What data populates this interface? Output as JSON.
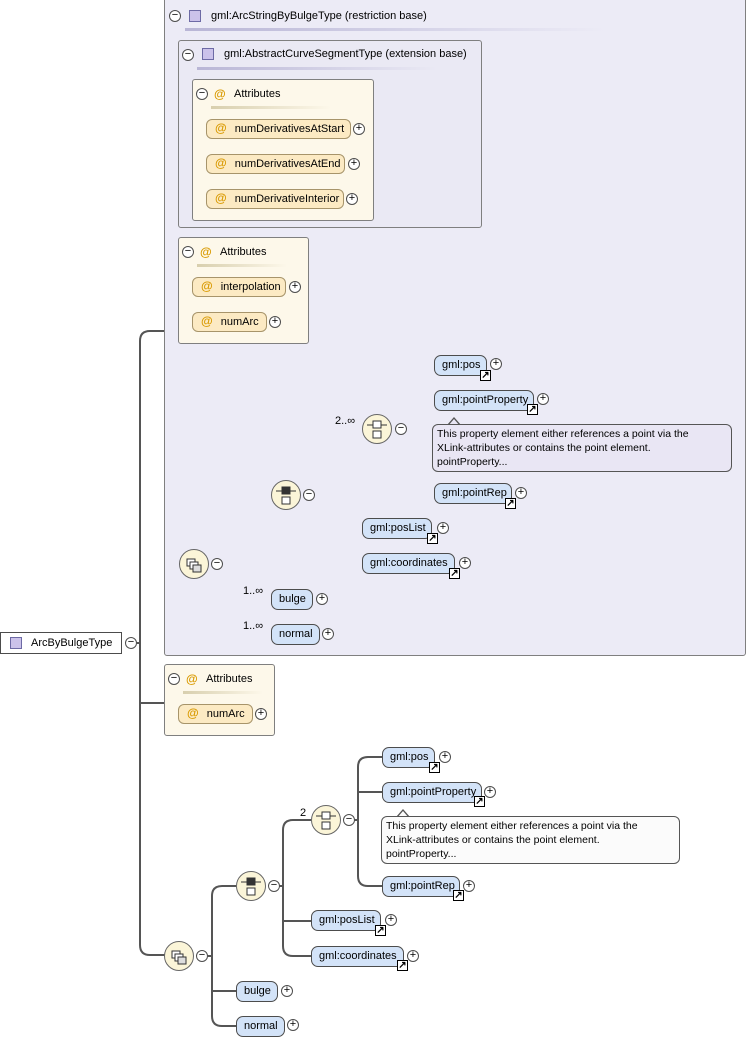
{
  "root": {
    "label": "ArcByBulgeType"
  },
  "restriction": {
    "title": "gml:ArcStringByBulgeType (restriction base)"
  },
  "extension": {
    "title": "gml:AbstractCurveSegmentType (extension base)",
    "attributes": {
      "title": "Attributes",
      "items": [
        "numDerivativesAtStart",
        "numDerivativesAtEnd",
        "numDerivativeInterior"
      ]
    }
  },
  "restriction_attributes": {
    "title": "Attributes",
    "items": [
      "interpolation",
      "numArc"
    ]
  },
  "restriction_content": {
    "sequence_cardinality": "2..∞",
    "choice_items": [
      "gml:pos",
      "gml:pointProperty",
      "gml:pointRep"
    ],
    "tooltip": [
      "This property element either references a point via the",
      "XLink-attributes or contains the point element.",
      "pointProperty..."
    ],
    "other_items": [
      "gml:posList",
      "gml:coordinates"
    ],
    "bulge": {
      "label": "bulge",
      "cardinality": "1..∞"
    },
    "normal": {
      "label": "normal",
      "cardinality": "1..∞"
    }
  },
  "own_attributes": {
    "title": "Attributes",
    "items": [
      "numArc"
    ]
  },
  "own_content": {
    "sequence_cardinality": "2",
    "choice_items": [
      "gml:pos",
      "gml:pointProperty",
      "gml:pointRep"
    ],
    "tooltip": [
      "This property element either references a point via the",
      "XLink-attributes or contains the point element.",
      "pointProperty..."
    ],
    "other_items": [
      "gml:posList",
      "gml:coordinates"
    ],
    "bulge": {
      "label": "bulge"
    },
    "normal": {
      "label": "normal"
    }
  },
  "icons": {
    "collapse": "minus-circle-icon",
    "expand": "plus-circle-icon",
    "reference": "arrow-up-right-icon",
    "attribute": "at-sign-icon",
    "sequence": "sequence-compositor-icon"
  },
  "colors": {
    "type_panel": "#ecebf6",
    "attribute_panel": "#fdf8ea",
    "element": "#d3e3f8",
    "attribute": "#fceac3",
    "compositor": "#fbf5d8"
  }
}
